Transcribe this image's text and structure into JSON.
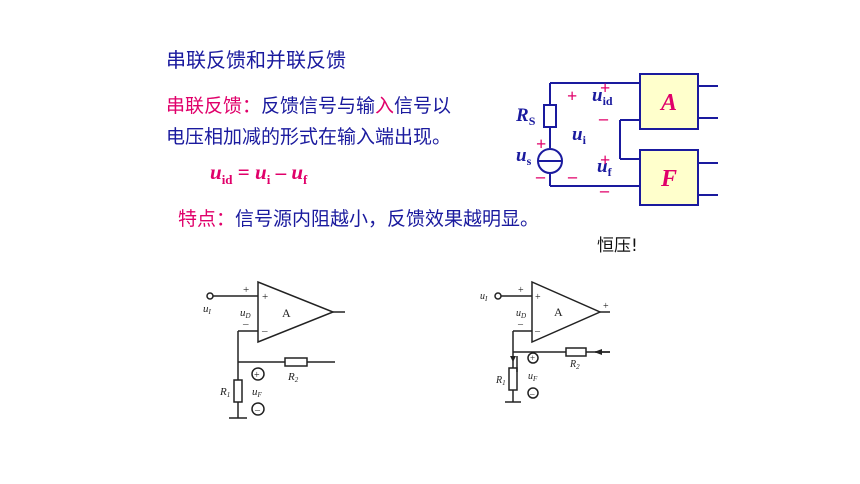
{
  "title": "串联反馈和并联反馈",
  "definition": {
    "term": "串联反馈：",
    "line1_rest": "反馈信号与输",
    "highlight_char": "入",
    "line1_end": "信号以",
    "line2": "电压相加减的形式在输入端出现。"
  },
  "formula": {
    "lhs_var": "u",
    "lhs_sub": "id",
    "eq": " = ",
    "a_var": "u",
    "a_sub": "i",
    "minus": " – ",
    "b_var": "u",
    "b_sub": "f"
  },
  "feature": {
    "label": "特点：",
    "text": "信号源内阻越小，反馈效果越明显。"
  },
  "note": "恒压!",
  "block_diagram": {
    "amp_label": "A",
    "fb_label": "F",
    "rs_var": "R",
    "rs_sub": "S",
    "uid_var": "u",
    "uid_sub": "id",
    "ui_var": "u",
    "ui_sub": "i",
    "us_var": "u",
    "us_sub": "s",
    "uf_var": "u",
    "uf_sub": "f",
    "plus": "+",
    "minus": "–",
    "colors": {
      "wire": "#1a1a9e",
      "box": "#1a1a9e",
      "box_fill": "#ffffcc",
      "sign": "#e0006a",
      "amp_text": "#e0006a"
    }
  },
  "circuit1": {
    "input_var": "u",
    "input_sub": "I",
    "plus": "+",
    "minus": "–",
    "ud_var": "u",
    "ud_sub": "D",
    "amp": "A",
    "r1_var": "R",
    "r1_sub": "1",
    "r2_var": "R",
    "r2_sub": "2",
    "uf_var": "u",
    "uf_sub": "F",
    "circ_plus": "+",
    "circ_minus": "–"
  },
  "circuit2": {
    "input_var": "u",
    "input_sub": "I",
    "plus": "+",
    "minus": "–",
    "out_plus": "+",
    "ud_var": "u",
    "ud_sub": "D",
    "amp": "A",
    "r1_var": "R",
    "r1_sub": "1",
    "r2_var": "R",
    "r2_sub": "2",
    "uf_var": "u",
    "uf_sub": "F",
    "circ_plus": "+",
    "circ_minus": "–"
  }
}
